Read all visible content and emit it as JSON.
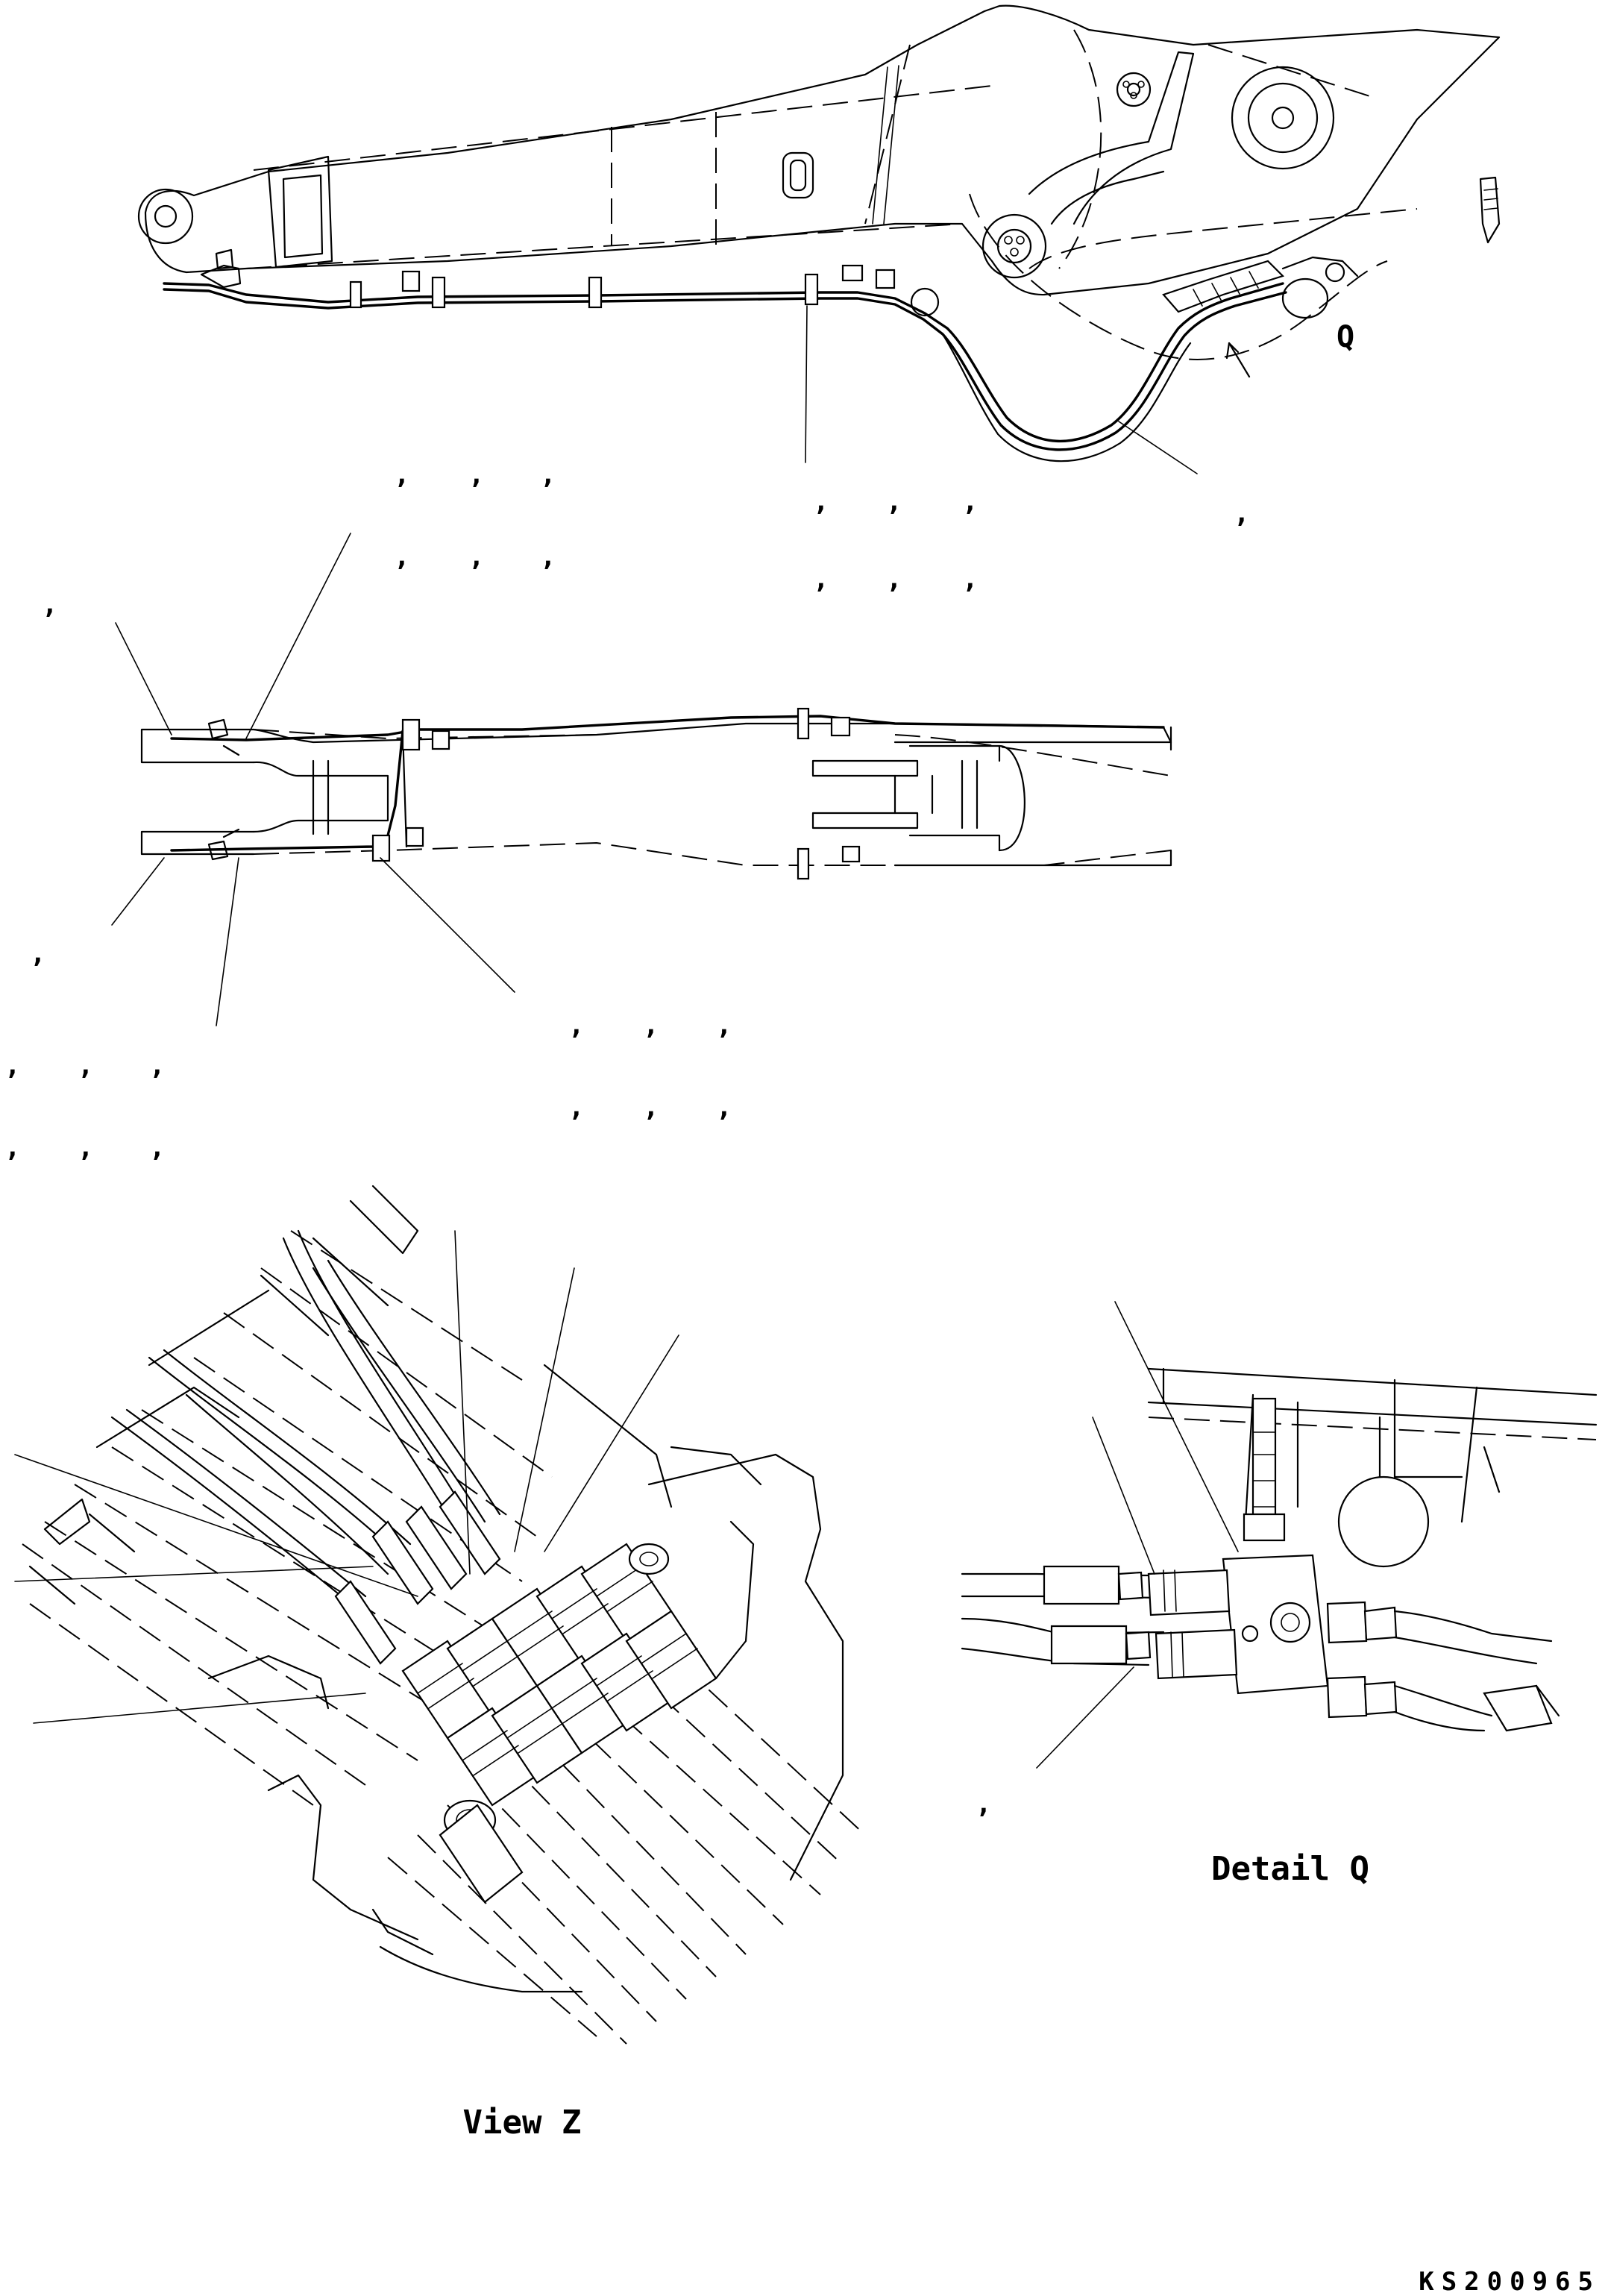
{
  "labels": {
    "detail_q_callout": "Q",
    "detail_q_caption": "Detail Q",
    "view_z_caption": "View Z",
    "drawing_code": "KS200965"
  },
  "callout_separators": ",",
  "colors": {
    "ink": "#000000",
    "paper": "#ffffff"
  }
}
